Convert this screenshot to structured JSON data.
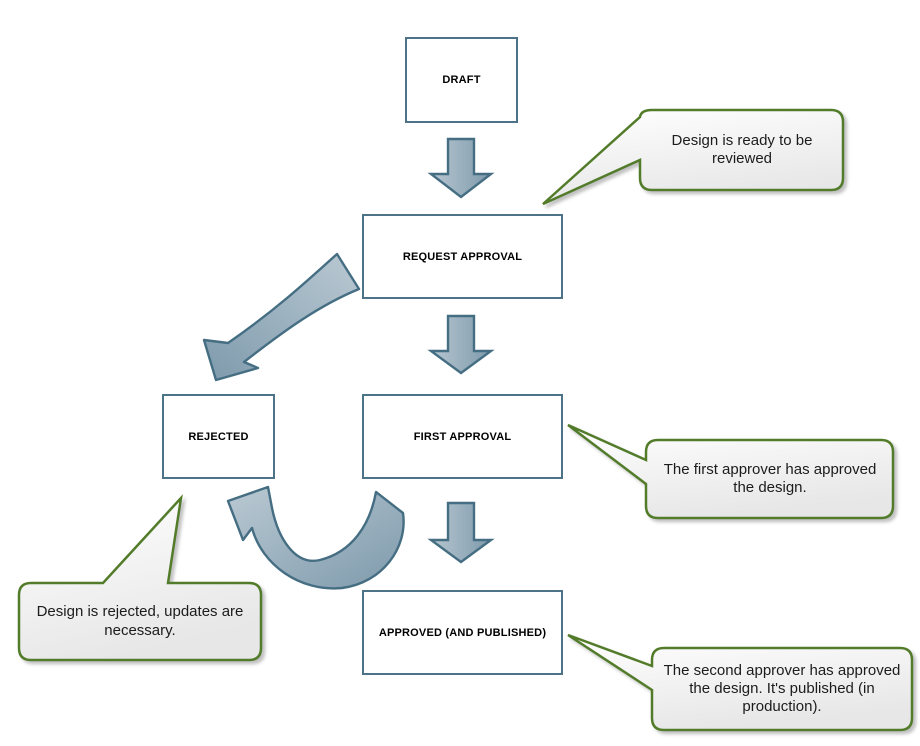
{
  "diagram": {
    "type": "flowchart",
    "nodes": {
      "draft": {
        "label": "DRAFT"
      },
      "request_approval": {
        "label": "REQUEST APPROVAL"
      },
      "first_approval": {
        "label": "FIRST APPROVAL"
      },
      "rejected": {
        "label": "REJECTED"
      },
      "approved": {
        "label": "APPROVED (AND PUBLISHED)"
      }
    },
    "callouts": {
      "ready_for_review": {
        "text": "Design is ready to be reviewed",
        "points_to": "REQUEST APPROVAL"
      },
      "first_approved": {
        "text": "The first approver has approved the design.",
        "points_to": "FIRST APPROVAL"
      },
      "rejected_note": {
        "text": "Design is rejected, updates are necessary.",
        "points_to": "REJECTED"
      },
      "second_approved": {
        "text": "The second approver has approved the design. It's published (in production).",
        "points_to": "APPROVED (AND PUBLISHED)"
      }
    },
    "edges": [
      {
        "from": "DRAFT",
        "to": "REQUEST APPROVAL",
        "style": "straight-block-arrow"
      },
      {
        "from": "REQUEST APPROVAL",
        "to": "FIRST APPROVAL",
        "style": "straight-block-arrow"
      },
      {
        "from": "FIRST APPROVAL",
        "to": "APPROVED (AND PUBLISHED)",
        "style": "straight-block-arrow"
      },
      {
        "from": "REQUEST APPROVAL",
        "to": "REJECTED",
        "style": "curved-block-arrow"
      },
      {
        "from": "FIRST APPROVAL",
        "to": "REJECTED",
        "style": "curved-block-arrow"
      }
    ],
    "colors": {
      "node_border": "#4d7389",
      "arrow_fill_light": "#b7c6d0",
      "arrow_fill_dark": "#7e9aac",
      "arrow_stroke": "#456e83",
      "callout_border": "#527c2a",
      "callout_fill_top": "#ffffff",
      "callout_fill_bottom": "#e9e9e9",
      "background": "#ffffff"
    }
  }
}
